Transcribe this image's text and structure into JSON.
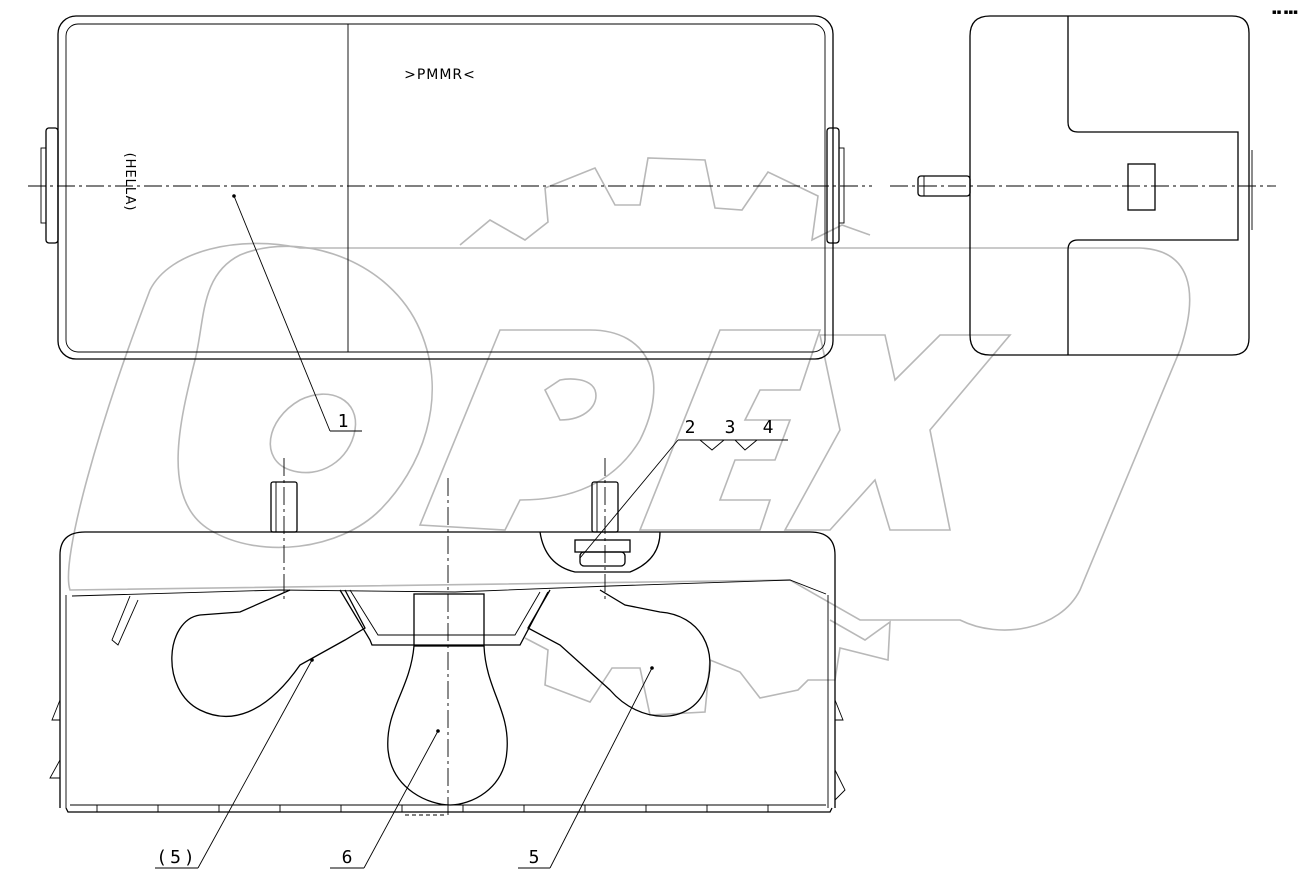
{
  "labels": {
    "brand_top": ">PMMR<",
    "brand_side": "(HELLA)",
    "callout_1": "1",
    "callout_2": "2",
    "callout_3": "3",
    "callout_4": "4",
    "callout_5_paren": "(5)",
    "callout_6": "6",
    "callout_5": "5",
    "corner_mark": "▪▪ ▪▪▪",
    "watermark": "OPEX"
  }
}
